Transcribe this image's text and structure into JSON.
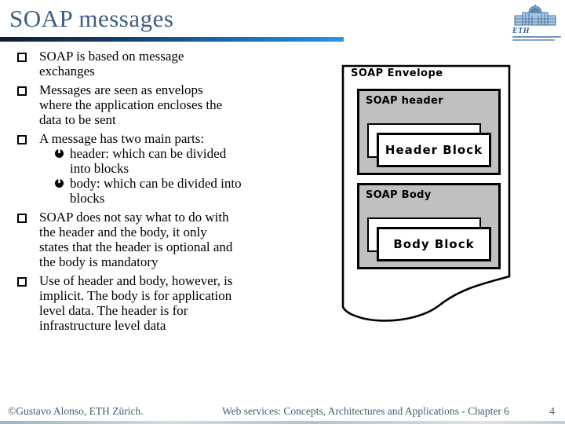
{
  "slide": {
    "title": "SOAP messages",
    "page_number": "4",
    "footer_left": "©Gustavo Alonso,  ETH Zürich.",
    "footer_center": "Web services: Concepts, Architectures and Applications - Chapter 6"
  },
  "logo": {
    "text": "ETH"
  },
  "bullets": [
    {
      "text": "SOAP is based on message\nexchanges"
    },
    {
      "text": "Messages are seen as envelops\nwhere the application encloses the\ndata to be sent"
    },
    {
      "text": "A message has two main parts:",
      "sub": [
        "header: which can be divided\ninto blocks",
        "body: which can be divided into\nblocks"
      ]
    },
    {
      "text": "SOAP does not say what to do with\nthe header and the body, it only\nstates that the header is optional and\nthe body is mandatory"
    },
    {
      "text": "Use of header and body, however, is\nimplicit. The body is for application\nlevel data. The header is for\ninfrastructure level data"
    }
  ],
  "diagram": {
    "envelope_label": "SOAP Envelope",
    "header_label": "SOAP header",
    "header_block_label": "Header Block",
    "body_label": "SOAP Body",
    "body_block_label": "Body Block"
  },
  "colors": {
    "title_text": "#3d6082",
    "accent_bar_dark": "#0b1e31",
    "accent_bar_bright": "#2f94e2",
    "diagram_gray": "#c0c0c0",
    "footer_text": "#455d68"
  }
}
